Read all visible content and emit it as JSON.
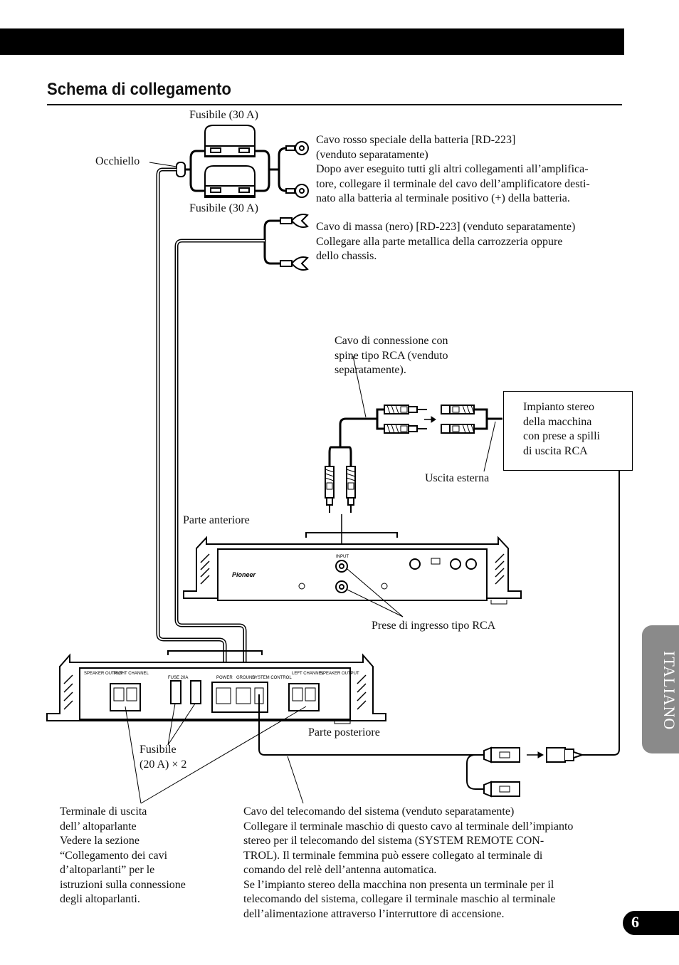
{
  "header": {
    "title": "Schema di collegamento"
  },
  "labels": {
    "fuse_top": "Fusibile (30 A)",
    "fuse_bottom": "Fusibile (30 A)",
    "eyelet": "Occhiello",
    "battery_cable": [
      "Cavo rosso speciale della batteria [RD-223]",
      "(venduto separatamente)",
      "Dopo aver eseguito tutti gli altri collegamenti all’amplifica-",
      "tore, collegare il terminale del cavo dell’amplificatore desti-",
      "nato alla batteria al terminale positivo (+) della batteria."
    ],
    "ground_cable": [
      "Cavo di massa (nero) [RD-223] (venduto separatamente)",
      "Collegare alla parte metallica della carrozzeria oppure",
      "dello chassis."
    ],
    "rca_cable": [
      "Cavo di connessione con",
      "spine tipo RCA (venduto",
      "separatamente)."
    ],
    "stereo_box": [
      "Impianto stereo",
      "della macchina",
      "con prese a spilli",
      "di uscita RCA"
    ],
    "external_output": "Uscita esterna",
    "front": "Parte anteriore",
    "rca_inputs": "Prese di ingresso tipo RCA",
    "rear": "Parte posteriore",
    "fuse_20": [
      "Fusibile",
      "(20 A) × 2"
    ],
    "speaker_terminal": [
      "Terminale di uscita",
      "dell’ altoparlante",
      "Vedere la sezione",
      "“Collegamento dei cavi",
      "d’altoparlanti” per le",
      "istruzioni sulla connessione",
      "degli altoparlanti."
    ],
    "remote_cable": [
      "Cavo del telecomando del sistema (venduto separatamente)",
      "Collegare il terminale maschio di questo cavo al terminale dell’impianto",
      "stereo per il telecomando del sistema (SYSTEM REMOTE CON-",
      "TROL). Il terminale femmina può essere collegato al terminale di",
      "comando del relè dell’antenna automatica.",
      "Se l’impianto stereo della macchina non presenta un terminale per il",
      "telecomando del sistema, collegare il terminale maschio al terminale",
      "dell’alimentazione attraverso l’interruttore di accensione."
    ]
  },
  "amp_front": {
    "brand": "Pioneer",
    "input_label": "INPUT"
  },
  "amp_rear": {
    "right_channel": "RIGHT CHANNEL",
    "left_channel": "LEFT CHANNEL",
    "speaker_output": "SPEAKER OUTPUT",
    "power": "POWER",
    "ground": "GROUND",
    "system_control": "SYSTEM CONTROL",
    "fuse": "FUSE 20A"
  },
  "side_tab": "ITALIANO",
  "page_number": "6"
}
